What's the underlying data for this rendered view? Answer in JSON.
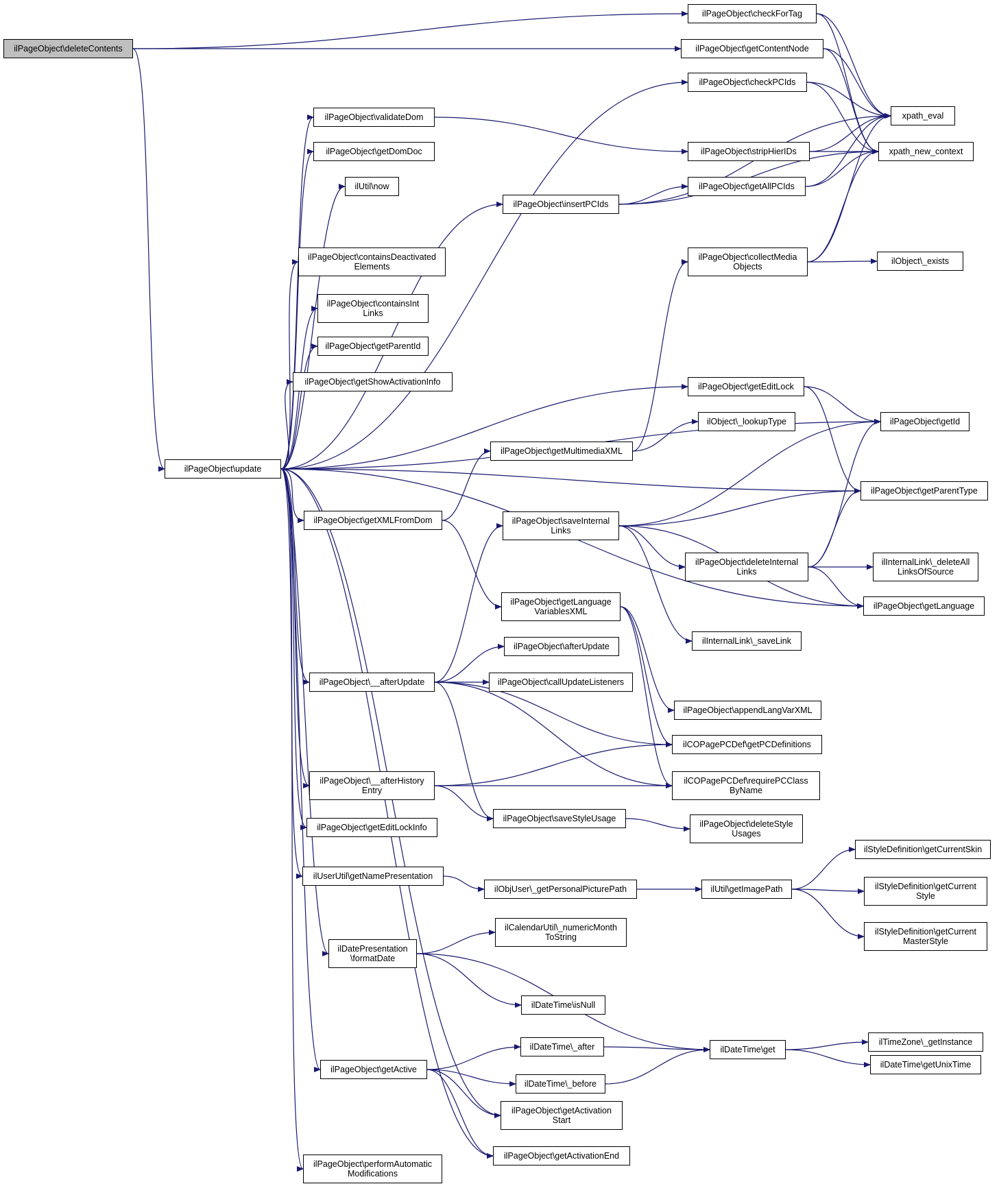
{
  "diagram": {
    "nodes": [
      {
        "id": "deleteContents",
        "label": "ilPageObject\\deleteContents",
        "root": true
      },
      {
        "id": "checkForTag",
        "label": "ilPageObject\\checkForTag"
      },
      {
        "id": "getContentNode",
        "label": "ilPageObject\\getContentNode"
      },
      {
        "id": "checkPCIds",
        "label": "ilPageObject\\checkPCIds"
      },
      {
        "id": "xpath_eval",
        "label": "xpath_eval"
      },
      {
        "id": "validateDom",
        "label": "ilPageObject\\validateDom"
      },
      {
        "id": "stripHierIDs",
        "label": "ilPageObject\\stripHierIDs"
      },
      {
        "id": "xpath_new_context",
        "label": "xpath_new_context"
      },
      {
        "id": "getDomDoc",
        "label": "ilPageObject\\getDomDoc"
      },
      {
        "id": "now",
        "label": "ilUtil\\now"
      },
      {
        "id": "getAllPCIds",
        "label": "ilPageObject\\getAllPCIds"
      },
      {
        "id": "insertPCIds",
        "label": "ilPageObject\\insertPCIds"
      },
      {
        "id": "containsDeactivated",
        "label": "ilPageObject\\containsDeactivated\nElements"
      },
      {
        "id": "collectMedia",
        "label": "ilPageObject\\collectMedia\nObjects"
      },
      {
        "id": "exists",
        "label": "ilObject\\_exists"
      },
      {
        "id": "containsInt",
        "label": "ilPageObject\\containsInt\nLinks"
      },
      {
        "id": "getParentId",
        "label": "ilPageObject\\getParentId"
      },
      {
        "id": "getShowActivationInfo",
        "label": "ilPageObject\\getShowActivationInfo"
      },
      {
        "id": "getEditLock",
        "label": "ilPageObject\\getEditLock"
      },
      {
        "id": "getId",
        "label": "ilPageObject\\getId"
      },
      {
        "id": "lookupType",
        "label": "ilObject\\_lookupType"
      },
      {
        "id": "getMultimediaXML",
        "label": "ilPageObject\\getMultimediaXML"
      },
      {
        "id": "update",
        "label": "ilPageObject\\update"
      },
      {
        "id": "getParentType",
        "label": "ilPageObject\\getParentType"
      },
      {
        "id": "getXMLFromDom",
        "label": "ilPageObject\\getXMLFromDom"
      },
      {
        "id": "saveInternalLinks",
        "label": "ilPageObject\\saveInternal\nLinks"
      },
      {
        "id": "deleteInternalLinks",
        "label": "ilPageObject\\deleteInternal\nLinks"
      },
      {
        "id": "deleteAllLinks",
        "label": "ilInternalLink\\_deleteAll\nLinksOfSource"
      },
      {
        "id": "getLanguageVariablesXML",
        "label": "ilPageObject\\getLanguage\nVariablesXML"
      },
      {
        "id": "getLanguage",
        "label": "ilPageObject\\getLanguage"
      },
      {
        "id": "saveLink",
        "label": "ilInternalLink\\_saveLink"
      },
      {
        "id": "afterUpdate",
        "label": "ilPageObject\\afterUpdate"
      },
      {
        "id": "__afterUpdate",
        "label": "ilPageObject\\__afterUpdate"
      },
      {
        "id": "callUpdateListeners",
        "label": "ilPageObject\\callUpdateListeners"
      },
      {
        "id": "appendLangVarXML",
        "label": "ilPageObject\\appendLangVarXML"
      },
      {
        "id": "getPCDefinitions",
        "label": "ilCOPagePCDef\\getPCDefinitions"
      },
      {
        "id": "afterHistoryEntry",
        "label": "ilPageObject\\__afterHistory\nEntry"
      },
      {
        "id": "requirePCClass",
        "label": "ilCOPagePCDef\\requirePCClass\nByName"
      },
      {
        "id": "saveStyleUsage",
        "label": "ilPageObject\\saveStyleUsage"
      },
      {
        "id": "getEditLockInfo",
        "label": "ilPageObject\\getEditLockInfo"
      },
      {
        "id": "deleteStyleUsages",
        "label": "ilPageObject\\deleteStyle\nUsages"
      },
      {
        "id": "getCurrentSkin",
        "label": "ilStyleDefinition\\getCurrentSkin"
      },
      {
        "id": "getNamePresentation",
        "label": "ilUserUtil\\getNamePresentation"
      },
      {
        "id": "getPersonalPicturePath",
        "label": "ilObjUser\\_getPersonalPicturePath"
      },
      {
        "id": "getImagePath",
        "label": "ilUtil\\getImagePath"
      },
      {
        "id": "getCurrentStyle",
        "label": "ilStyleDefinition\\getCurrent\nStyle"
      },
      {
        "id": "numericMonth",
        "label": "ilCalendarUtil\\_numericMonth\nToString"
      },
      {
        "id": "formatDate",
        "label": "ilDatePresentation\n\\formatDate"
      },
      {
        "id": "getCurrentMasterStyle",
        "label": "ilStyleDefinition\\getCurrent\nMasterStyle"
      },
      {
        "id": "isNull",
        "label": "ilDateTime\\isNull"
      },
      {
        "id": "getInstance",
        "label": "ilTimeZone\\_getInstance"
      },
      {
        "id": "after",
        "label": "ilDateTime\\_after"
      },
      {
        "id": "get",
        "label": "ilDateTime\\get"
      },
      {
        "id": "getActive",
        "label": "ilPageObject\\getActive"
      },
      {
        "id": "getUnixTime",
        "label": "ilDateTime\\getUnixTime"
      },
      {
        "id": "before",
        "label": "ilDateTime\\_before"
      },
      {
        "id": "getActivationStart",
        "label": "ilPageObject\\getActivation\nStart"
      },
      {
        "id": "getActivationEnd",
        "label": "ilPageObject\\getActivationEnd"
      },
      {
        "id": "performAutomatic",
        "label": "ilPageObject\\performAutomatic\nModifications"
      }
    ],
    "edges": [
      [
        "deleteContents",
        "checkForTag"
      ],
      [
        "deleteContents",
        "getContentNode"
      ],
      [
        "deleteContents",
        "update"
      ],
      [
        "checkForTag",
        "xpath_eval"
      ],
      [
        "checkForTag",
        "xpath_new_context"
      ],
      [
        "getContentNode",
        "xpath_eval"
      ],
      [
        "getContentNode",
        "xpath_new_context"
      ],
      [
        "checkPCIds",
        "xpath_eval"
      ],
      [
        "checkPCIds",
        "xpath_new_context"
      ],
      [
        "validateDom",
        "stripHierIDs"
      ],
      [
        "stripHierIDs",
        "xpath_eval"
      ],
      [
        "stripHierIDs",
        "xpath_new_context"
      ],
      [
        "getAllPCIds",
        "xpath_eval"
      ],
      [
        "getAllPCIds",
        "xpath_new_context"
      ],
      [
        "insertPCIds",
        "xpath_eval"
      ],
      [
        "insertPCIds",
        "getAllPCIds"
      ],
      [
        "insertPCIds",
        "xpath_new_context"
      ],
      [
        "collectMedia",
        "xpath_eval"
      ],
      [
        "collectMedia",
        "xpath_new_context"
      ],
      [
        "collectMedia",
        "exists"
      ],
      [
        "getEditLock",
        "getId"
      ],
      [
        "getEditLock",
        "getParentType"
      ],
      [
        "getMultimediaXML",
        "collectMedia"
      ],
      [
        "getMultimediaXML",
        "lookupType"
      ],
      [
        "update",
        "checkPCIds"
      ],
      [
        "update",
        "validateDom"
      ],
      [
        "update",
        "getDomDoc"
      ],
      [
        "update",
        "now"
      ],
      [
        "update",
        "insertPCIds"
      ],
      [
        "update",
        "containsDeactivated"
      ],
      [
        "update",
        "containsInt"
      ],
      [
        "update",
        "getParentId"
      ],
      [
        "update",
        "getShowActivationInfo"
      ],
      [
        "update",
        "getEditLock"
      ],
      [
        "update",
        "getId"
      ],
      [
        "update",
        "getParentType"
      ],
      [
        "update",
        "getXMLFromDom"
      ],
      [
        "update",
        "getLanguage"
      ],
      [
        "update",
        "__afterUpdate"
      ],
      [
        "update",
        "afterHistoryEntry"
      ],
      [
        "update",
        "getEditLockInfo"
      ],
      [
        "update",
        "getNamePresentation"
      ],
      [
        "update",
        "formatDate"
      ],
      [
        "update",
        "getActive"
      ],
      [
        "update",
        "getActivationStart"
      ],
      [
        "update",
        "getActivationEnd"
      ],
      [
        "update",
        "performAutomatic"
      ],
      [
        "getXMLFromDom",
        "getMultimediaXML"
      ],
      [
        "getXMLFromDom",
        "getLanguageVariablesXML"
      ],
      [
        "saveInternalLinks",
        "getId"
      ],
      [
        "saveInternalLinks",
        "getParentType"
      ],
      [
        "saveInternalLinks",
        "deleteInternalLinks"
      ],
      [
        "saveInternalLinks",
        "getLanguage"
      ],
      [
        "saveInternalLinks",
        "saveLink"
      ],
      [
        "deleteInternalLinks",
        "getId"
      ],
      [
        "deleteInternalLinks",
        "getParentType"
      ],
      [
        "deleteInternalLinks",
        "deleteAllLinks"
      ],
      [
        "deleteInternalLinks",
        "getLanguage"
      ],
      [
        "getLanguageVariablesXML",
        "appendLangVarXML"
      ],
      [
        "getLanguageVariablesXML",
        "getPCDefinitions"
      ],
      [
        "getLanguageVariablesXML",
        "requirePCClass"
      ],
      [
        "__afterUpdate",
        "saveInternalLinks"
      ],
      [
        "__afterUpdate",
        "afterUpdate"
      ],
      [
        "__afterUpdate",
        "callUpdateListeners"
      ],
      [
        "__afterUpdate",
        "getPCDefinitions"
      ],
      [
        "__afterUpdate",
        "requirePCClass"
      ],
      [
        "__afterUpdate",
        "saveStyleUsage"
      ],
      [
        "afterHistoryEntry",
        "getPCDefinitions"
      ],
      [
        "afterHistoryEntry",
        "saveStyleUsage"
      ],
      [
        "afterHistoryEntry",
        "requirePCClass"
      ],
      [
        "saveStyleUsage",
        "deleteStyleUsages"
      ],
      [
        "getNamePresentation",
        "getPersonalPicturePath"
      ],
      [
        "getPersonalPicturePath",
        "getImagePath"
      ],
      [
        "getImagePath",
        "getCurrentSkin"
      ],
      [
        "getImagePath",
        "getCurrentStyle"
      ],
      [
        "getImagePath",
        "getCurrentMasterStyle"
      ],
      [
        "formatDate",
        "numericMonth"
      ],
      [
        "formatDate",
        "isNull"
      ],
      [
        "formatDate",
        "get"
      ],
      [
        "get",
        "getInstance"
      ],
      [
        "get",
        "getUnixTime"
      ],
      [
        "after",
        "get"
      ],
      [
        "before",
        "get"
      ],
      [
        "getActive",
        "after"
      ],
      [
        "getActive",
        "before"
      ],
      [
        "getActive",
        "getActivationStart"
      ],
      [
        "getActive",
        "getActivationEnd"
      ]
    ]
  }
}
